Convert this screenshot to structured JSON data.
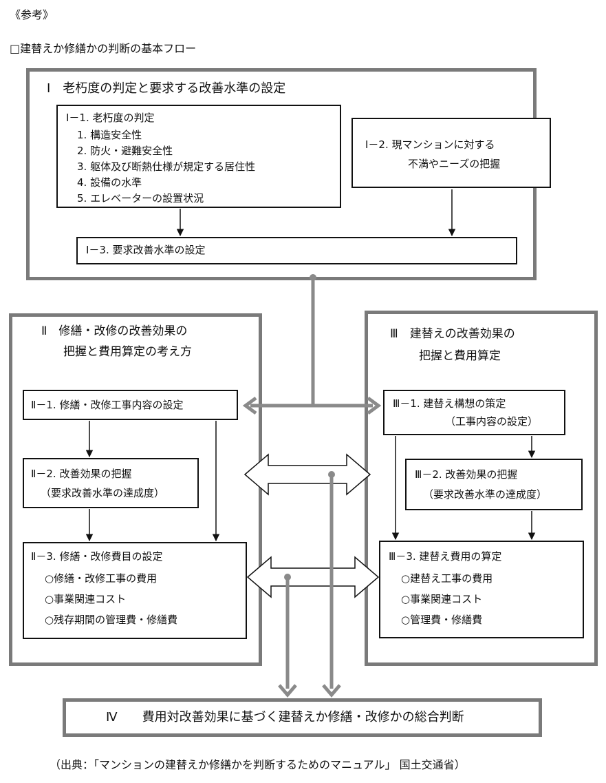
{
  "header": {
    "ref": "《参考》",
    "title": "□建替えか修繕かの判断の基本フロー"
  },
  "section1": {
    "title": "Ⅰ　老朽度の判定と要求する改善水準の設定",
    "box1": {
      "title": "Ⅰ－1. 老朽度の判定",
      "items": [
        "1. 構造安全性",
        "2. 防火・避難安全性",
        "3. 躯体及び断熱仕様が規定する居住性",
        "4. 設備の水準",
        "5. エレベーターの設置状況"
      ]
    },
    "box2": {
      "line1": "Ⅰ－2. 現マンションに対する",
      "line2": "不満やニーズの把握"
    },
    "box3": {
      "label": "Ⅰ－3. 要求改善水準の設定"
    }
  },
  "section2": {
    "title_line1": "Ⅱ　修繕・改修の改善効果の",
    "title_line2": "把握と費用算定の考え方",
    "box1": {
      "label": "Ⅱ－1. 修繕・改修工事内容の設定"
    },
    "box2": {
      "line1": "Ⅱ－2. 改善効果の把握",
      "line2": "（要求改善水準の達成度）"
    },
    "box3": {
      "title": "Ⅱ－3. 修繕・改修費目の設定",
      "items": [
        "○修繕・改修工事の費用",
        "○事業関連コスト",
        "○残存期間の管理費・修繕費"
      ]
    }
  },
  "section3": {
    "title_line1": "Ⅲ　建替えの改善効果の",
    "title_line2": "把握と費用算定",
    "box1": {
      "line1": "Ⅲ－1. 建替え構想の策定",
      "line2": "（工事内容の設定）"
    },
    "box2": {
      "line1": "Ⅲ－2. 改善効果の把握",
      "line2": "（要求改善水準の達成度）"
    },
    "box3": {
      "title": "Ⅲ－3. 建替え費用の算定",
      "items": [
        "○建替え工事の費用",
        "○事業関連コスト",
        "○管理費・修繕費"
      ]
    }
  },
  "section4": {
    "label": "Ⅳ　　費用対改善効果に基づく建替えか修繕・改修かの総合判断"
  },
  "footer": {
    "source": "（出典：「マンションの建替えか修繕かを判断するためのマニュアル」 国土交通省）"
  },
  "colors": {
    "frame": "#7a7a7a",
    "line": "#111111",
    "connector": "#8a8a8a"
  }
}
